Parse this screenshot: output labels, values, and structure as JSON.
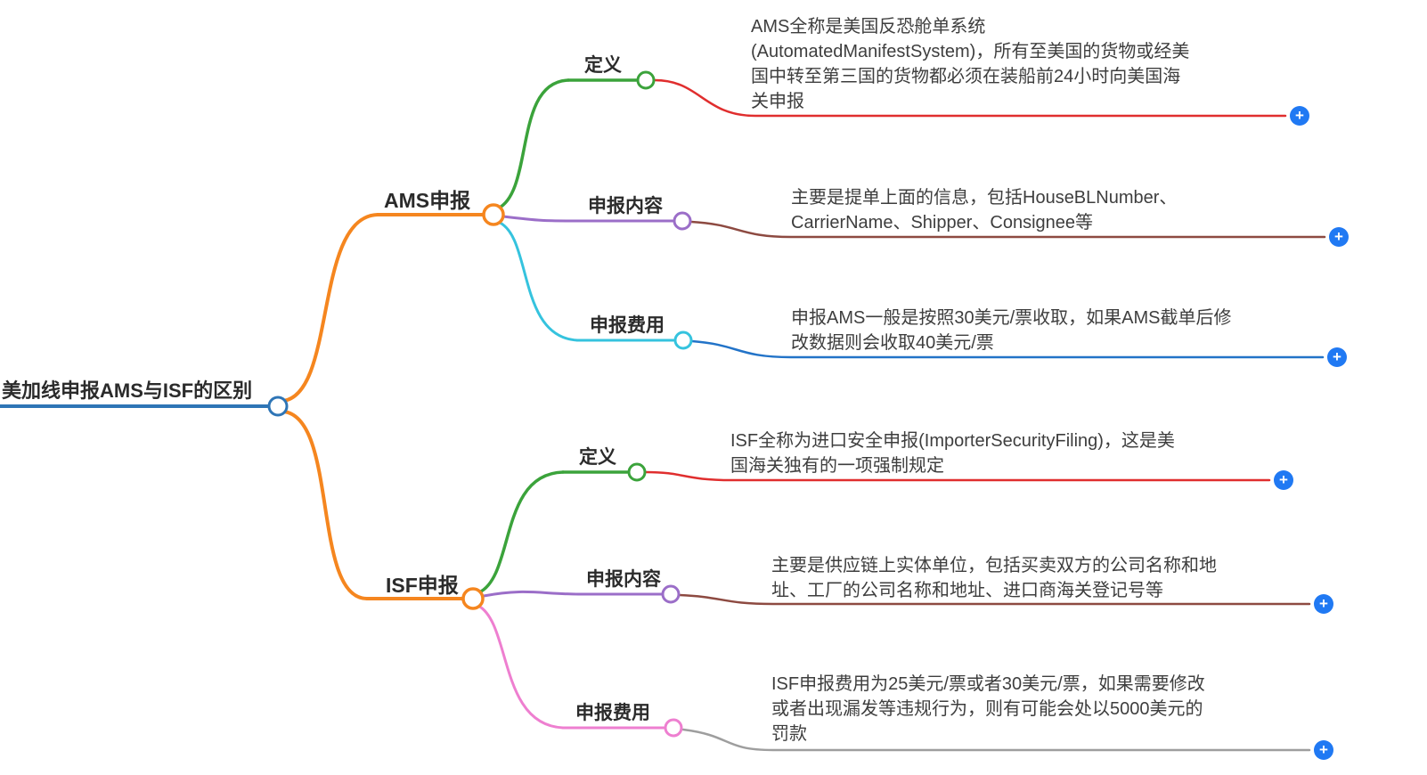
{
  "root": {
    "label": "美加线申报AMS与ISF的区别"
  },
  "branches": [
    {
      "label": "AMS申报",
      "children": [
        {
          "label": "定义",
          "desc_lines": [
            "AMS全称是美国反恐舱单系统",
            "(AutomatedManifestSystem)，所有至美国的货物或经美",
            "国中转至第三国的货物都必须在装船前24小时向美国海",
            "关申报"
          ]
        },
        {
          "label": "申报内容",
          "desc_lines": [
            "主要是提单上面的信息，包括HouseBLNumber、",
            "CarrierName、Shipper、Consignee等"
          ]
        },
        {
          "label": "申报费用",
          "desc_lines": [
            "申报AMS一般是按照30美元/票收取，如果AMS截单后修",
            "改数据则会收取40美元/票"
          ]
        }
      ]
    },
    {
      "label": "ISF申报",
      "children": [
        {
          "label": "定义",
          "desc_lines": [
            "ISF全称为进口安全申报(ImporterSecurityFiling)，这是美",
            "国海关独有的一项强制规定"
          ]
        },
        {
          "label": "申报内容",
          "desc_lines": [
            "主要是供应链上实体单位，包括买卖双方的公司名称和地",
            "址、工厂的公司名称和地址、进口商海关登记号等"
          ]
        },
        {
          "label": "申报费用",
          "desc_lines": [
            "ISF申报费用为25美元/票或者30美元/票，如果需要修改",
            "或者出现漏发等违规行为，则有可能会处以5000美元的",
            "罚款"
          ]
        }
      ]
    }
  ],
  "icons": {
    "plus": "+"
  },
  "colors": {
    "root_line": "#2e75b6",
    "branch_main": "#f5861f",
    "branch_def": "#3ba33b",
    "branch_content": "#9b6ec8",
    "branch_fee_ams": "#35c3de",
    "branch_fee_isf": "#ee7fd0",
    "link_def": "#e02e2e",
    "link_content": "#8d4a41",
    "link_fee_ams": "#2273c8",
    "link_fee_isf": "#9e9e9e",
    "add_button_bg": "#2079f3",
    "node_fill": "#ffffff"
  }
}
